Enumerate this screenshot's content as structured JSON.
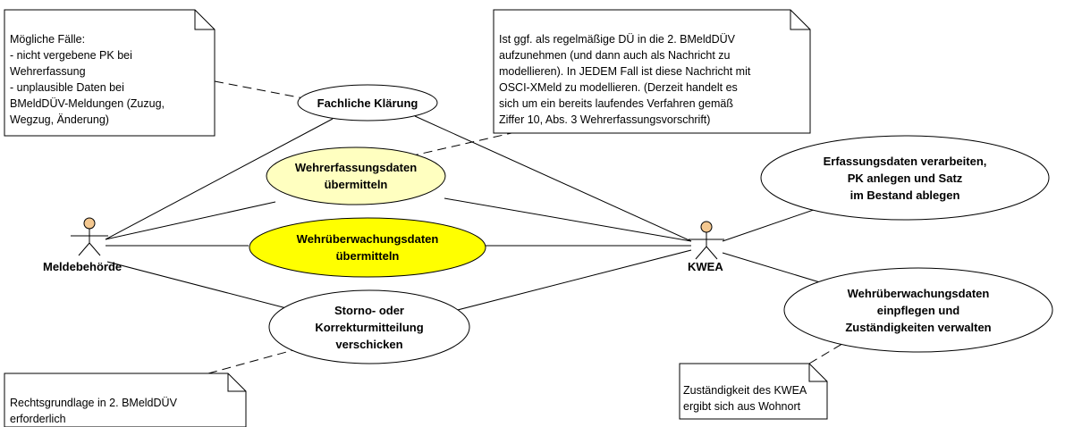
{
  "actors": {
    "meldebehoerde": "Meldebehörde",
    "kwea": "KWEA"
  },
  "use_cases": {
    "fachliche_klaerung": "Fachliche Klärung",
    "wehrerfassungsdaten": "Wehrerfassungsdaten\nübermitteln",
    "wehrueberwachungsdaten": "Wehrüberwachungsdaten\nübermitteln",
    "storno": "Storno- oder\nKorrekturmitteilung\nverschicken",
    "erfassungsdaten": "Erfassungsdaten verarbeiten,\nPK anlegen und Satz\nim Bestand ablegen",
    "wehrueberwachungsdaten_pflegen": "Wehrüberwachungsdaten\neinpflegen und\nZuständigkeiten verwalten"
  },
  "notes": {
    "moegliche_faelle": "Mögliche Fälle:\n - nicht vergebene PK bei\nWehrerfassung\n - unplausible Daten bei\nBMeldDÜV-Meldungen (Zuzug,\nWegzug, Änderung)",
    "regelmaessige_due": "Ist ggf. als regelmäßige DÜ in die 2. BMeldDÜV\naufzunehmen (und dann auch als Nachricht zu\nmodellieren). In JEDEM Fall ist diese Nachricht mit\nOSCI-XMeld zu modellieren. (Derzeit handelt es\nsich um ein bereits laufendes Verfahren gemäß\nZiffer 10, Abs. 3 Wehrerfassungsvorschrift)",
    "rechtsgrundlage": "Rechtsgrundlage in 2. BMeldDÜV\nerforderlich",
    "zustaendigkeit": "Zuständigkeit des KWEA\nergibt sich aus Wohnort"
  },
  "colors": {
    "line": "#000000",
    "usecase_default": "#ffffff",
    "usecase_light_yellow": "#ffffc0",
    "usecase_yellow": "#ffff00",
    "actor_fill": "#f4c890",
    "note_fill": "#ffffff"
  }
}
